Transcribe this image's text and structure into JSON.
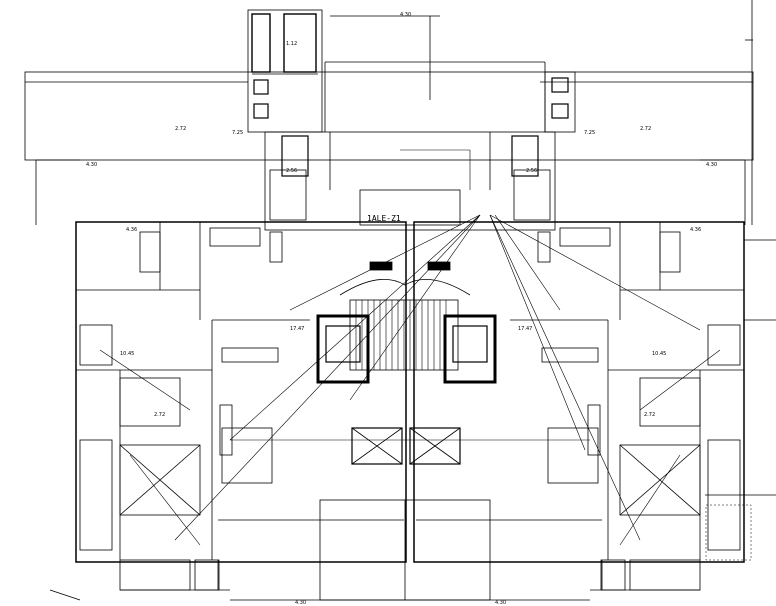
{
  "drawing": {
    "panel_id": "1ALE-Z1",
    "level_top": "4.30",
    "dim_shaft": "1.12",
    "dim_left_outer": "4.30",
    "dim_right_outer": "4.30",
    "dim_left_roof": "2.72",
    "dim_right_roof": "2.72",
    "dim_left_mid": "7.25",
    "dim_right_mid": "7.25",
    "dim_left_stair": "2.56",
    "dim_right_stair": "2.56",
    "dim_left_room": "4.36",
    "dim_right_room": "4.36",
    "dim_left_hall": "17.47",
    "dim_right_hall": "17.47",
    "dim_left_bath": "10.45",
    "dim_right_bath": "10.45",
    "dim_left_kitchen": "2.72",
    "dim_right_kitchen": "2.72",
    "dim_bottom_left": "4.30",
    "dim_bottom_right": "4.30"
  },
  "colors": {
    "line": "#000000",
    "fill": "#000000",
    "bg": "#ffffff"
  }
}
